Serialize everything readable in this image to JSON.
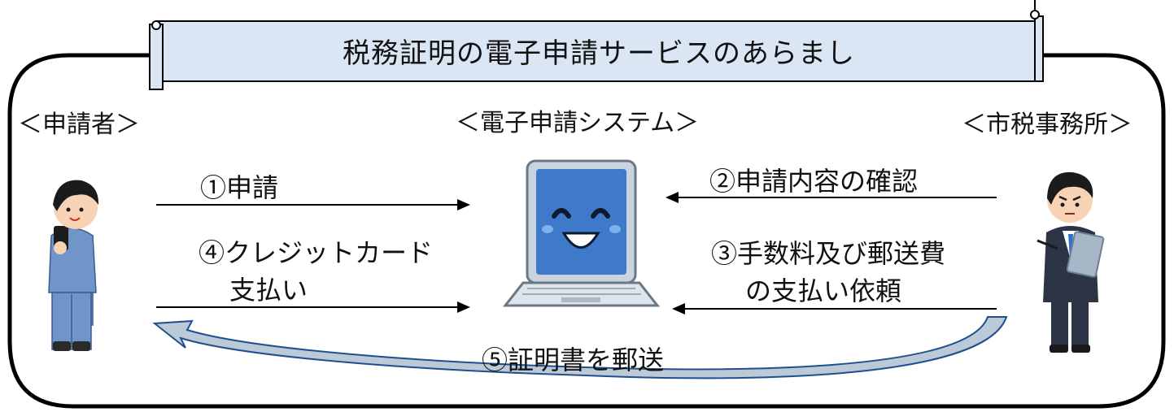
{
  "banner": {
    "title": "税務証明の電子申請サービスのあらまし"
  },
  "actors": {
    "applicant": "＜申請者＞",
    "system": "＜電子申請システム＞",
    "office": "＜市税事務所＞"
  },
  "steps": {
    "s1": "①申請",
    "s2": "②申請内容の確認",
    "s3_line1": "③手数料及び郵送費",
    "s3_line2": "の支払い依頼",
    "s4_line1": "④クレジットカード",
    "s4_line2": "支払い",
    "s5": "⑤証明書を郵送"
  },
  "colors": {
    "banner_fill": "#dbe6f4",
    "laptop_screen": "#3f79c9",
    "laptop_body": "#c9d4de",
    "applicant_uniform": "#6f95c9",
    "office_suit": "#2c3446",
    "curved_arrow_fill": "#bcc9d6"
  }
}
